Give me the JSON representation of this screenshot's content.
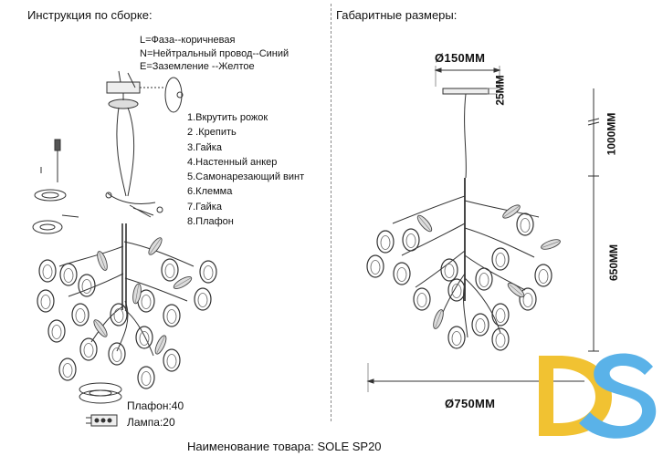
{
  "assembly": {
    "title": "Инструкция по сборке:",
    "wiring": [
      "L=Фаза--коричневая",
      "N=Нейтральный провод--Синий",
      "E=Заземление --Желтое"
    ],
    "steps": [
      "1.Вкрутить рожок",
      "2 .Крепить",
      "3.Гайка",
      "4.Настенный анкер",
      "5.Самонарезающий винт",
      "6.Клемма",
      "7.Гайка",
      "8.Плафон"
    ],
    "legend": {
      "shades": "Плафон:40",
      "lamps": "Лампа:20"
    }
  },
  "dimensions": {
    "title": "Габаритные размеры:",
    "canopy_diameter": "Ø150MM",
    "canopy_height": "25MM",
    "cable_length": "1000MM",
    "body_height": "650MM",
    "overall_diameter": "Ø750MM"
  },
  "footer": {
    "product_name": "Наименование товара: SOLE SP20"
  },
  "logo": {
    "text": "DS",
    "colors": {
      "d": "#f1c232",
      "s": "#5ab2e8"
    }
  }
}
